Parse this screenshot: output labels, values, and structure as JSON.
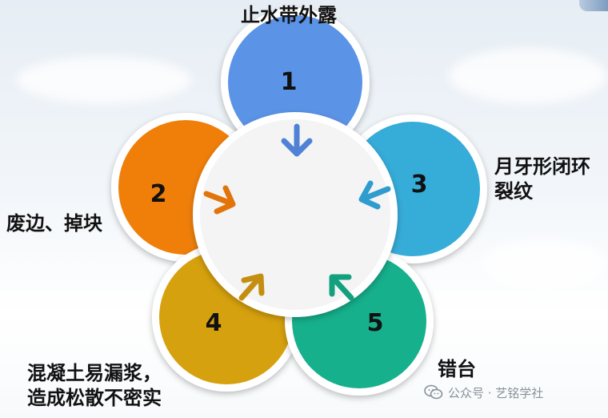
{
  "petals": [
    {
      "number": "1",
      "label": "止水带外露",
      "color": "#5b93e6"
    },
    {
      "number": "2",
      "label": "废边、掉块",
      "color": "#f07f0a"
    },
    {
      "number": "3",
      "label_lines": [
        "月牙形闭环",
        "裂纹"
      ],
      "color": "#36acd8"
    },
    {
      "number": "4",
      "label_lines": [
        "混凝土易漏浆，",
        "造成松散不密实"
      ],
      "color": "#d6a10e"
    },
    {
      "number": "5",
      "label": "错台",
      "color": "#16b08c"
    }
  ],
  "arrow_colors": {
    "1": "#4f82d4",
    "2": "#e2740a",
    "3": "#2f9ccf",
    "4": "#c48e10",
    "5": "#13a07f"
  },
  "center_color": "#f4f4f5",
  "watermark": {
    "icon": "wechat-icon",
    "text": "公众号 · 艺铭学社"
  }
}
